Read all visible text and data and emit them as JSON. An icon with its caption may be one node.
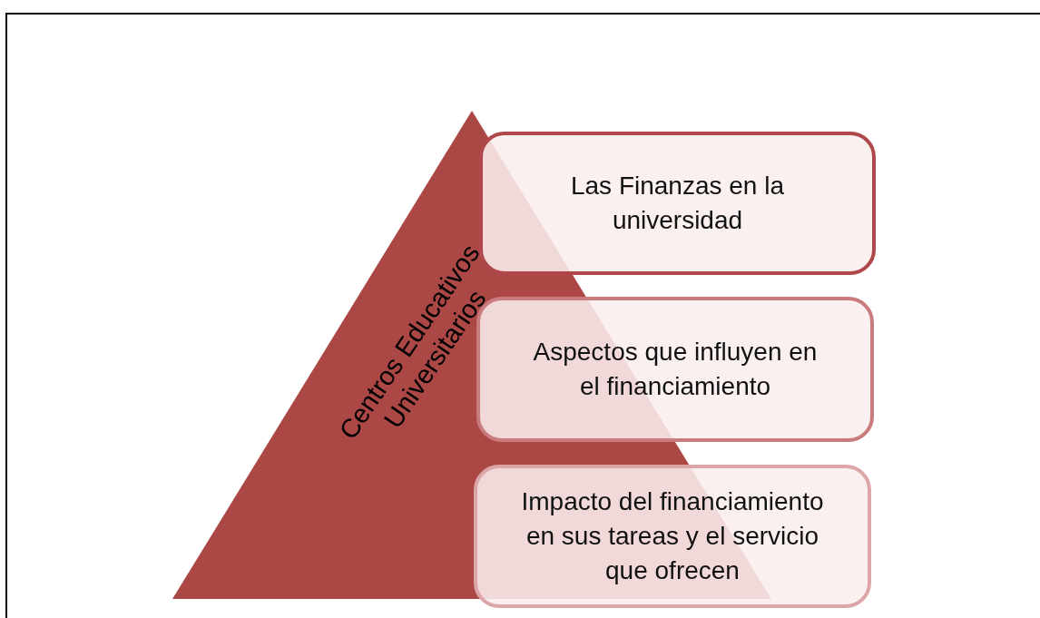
{
  "diagram": {
    "nodes": [
      {
        "text": [
          "Centros Educativos Universitarios"
        ]
      },
      {
        "text": [
          "Las Finanzas en la universidad"
        ]
      },
      {
        "text": [
          "Aspectos que influyen en el financiamiento"
        ]
      },
      {
        "text": [
          "Impacto del financiamiento en sus tareas y el servicio que ofrecen"
        ]
      }
    ],
    "edges": []
  }
}
